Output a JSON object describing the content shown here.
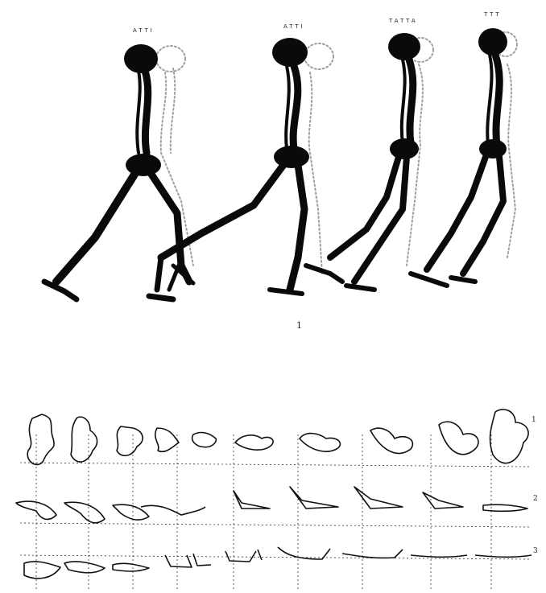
{
  "figure": {
    "top_panel": {
      "frame_labels": [
        "ATTI",
        "ATTI",
        "TATTA",
        "TTT"
      ],
      "figure_number": "1"
    },
    "bottom_panel": {
      "row_numbers": [
        "1",
        "2",
        "3"
      ]
    }
  },
  "colors": {
    "ink": "#0a0a0a",
    "paper": "#ffffff",
    "blur": "#555555"
  }
}
